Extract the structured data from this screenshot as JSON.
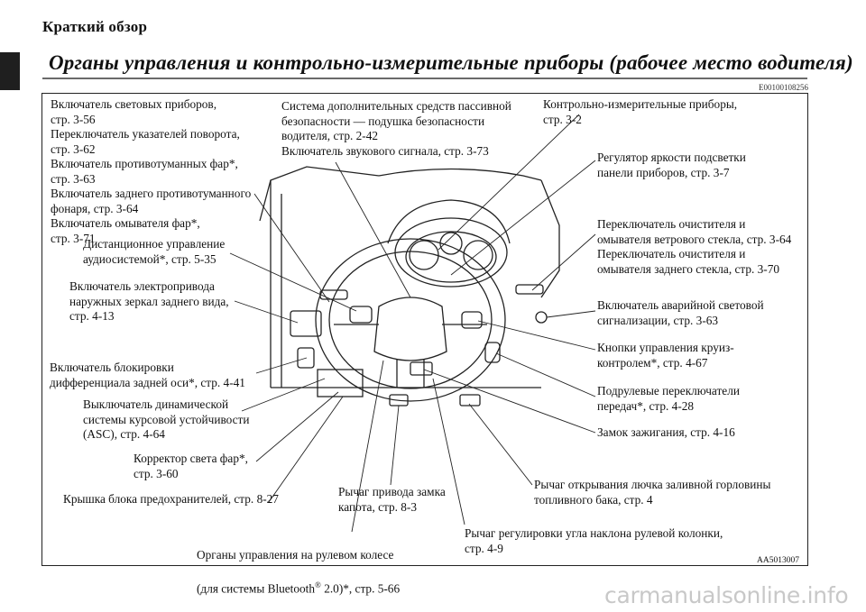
{
  "header": {
    "section": "Краткий обзор",
    "title": "Органы управления и контрольно-измерительные приборы (рабочее место водителя)",
    "doc_id": "E00100108256"
  },
  "labels": [
    "Включатель световых приборов,\nстр. 3-56\nПереключатель указателей поворота,\nстр. 3-62\nВключатель противотуманных фар*,\nстр. 3-63\nВключатель заднего противотуманного\nфонаря, стр. 3-64\nВключатель омывателя фар*,\nстр. 3-71",
    "Дистанционное управление\nаудиосистемой*, стр. 5-35",
    "Включатель электропривода\nнаружных зеркал заднего вида,\nстр. 4-13",
    "Включатель блокировки\nдифференциала задней оси*, стр. 4-41",
    "Выключатель динамической\nсистемы курсовой устойчивости\n(ASC), стр. 4-64",
    "Корректор света фар*,\nстр. 3-60",
    "Крышка блока предохранителей, стр. 8-27",
    "Система дополнительных средств пассивной\nбезопасности — подушка безопасности\nводителя, стр. 2-42\nВключатель звукового сигнала, стр. 3-73",
    "Контрольно-измерительные приборы,\nстр. 3-2",
    "Регулятор яркости подсветки\nпанели приборов, стр. 3-7",
    "Переключатель очистителя и\nомывателя ветрового стекла, стр. 3-64\nПереключатель очистителя и\nомывателя заднего стекла, стр. 3-70",
    "Включатель аварийной световой\nсигнализации, стр. 3-63",
    "Кнопки управления круиз-\nконтролем*, стр. 4-67",
    "Подрулевые переключатели\nпередач*, стр. 4-28",
    "Замок зажигания, стр. 4-16",
    "Рычаг открывания лючка заливной горловины\nтопливного бака, стр. 4",
    "Рычаг привода замка\nкапота, стр. 8-3",
    "Рычаг регулировки угла наклона рулевой колонки,\nстр. 4-9"
  ],
  "bluetooth_label": {
    "line1": "Органы управления на рулевом колесе",
    "line2_prefix": "(для системы Bluetooth",
    "line2_sup": "®",
    "line2_suffix": " 2.0)*, стр. 5-66"
  },
  "figure_id": "AA5013007",
  "watermark": "carmanualsonline.info"
}
